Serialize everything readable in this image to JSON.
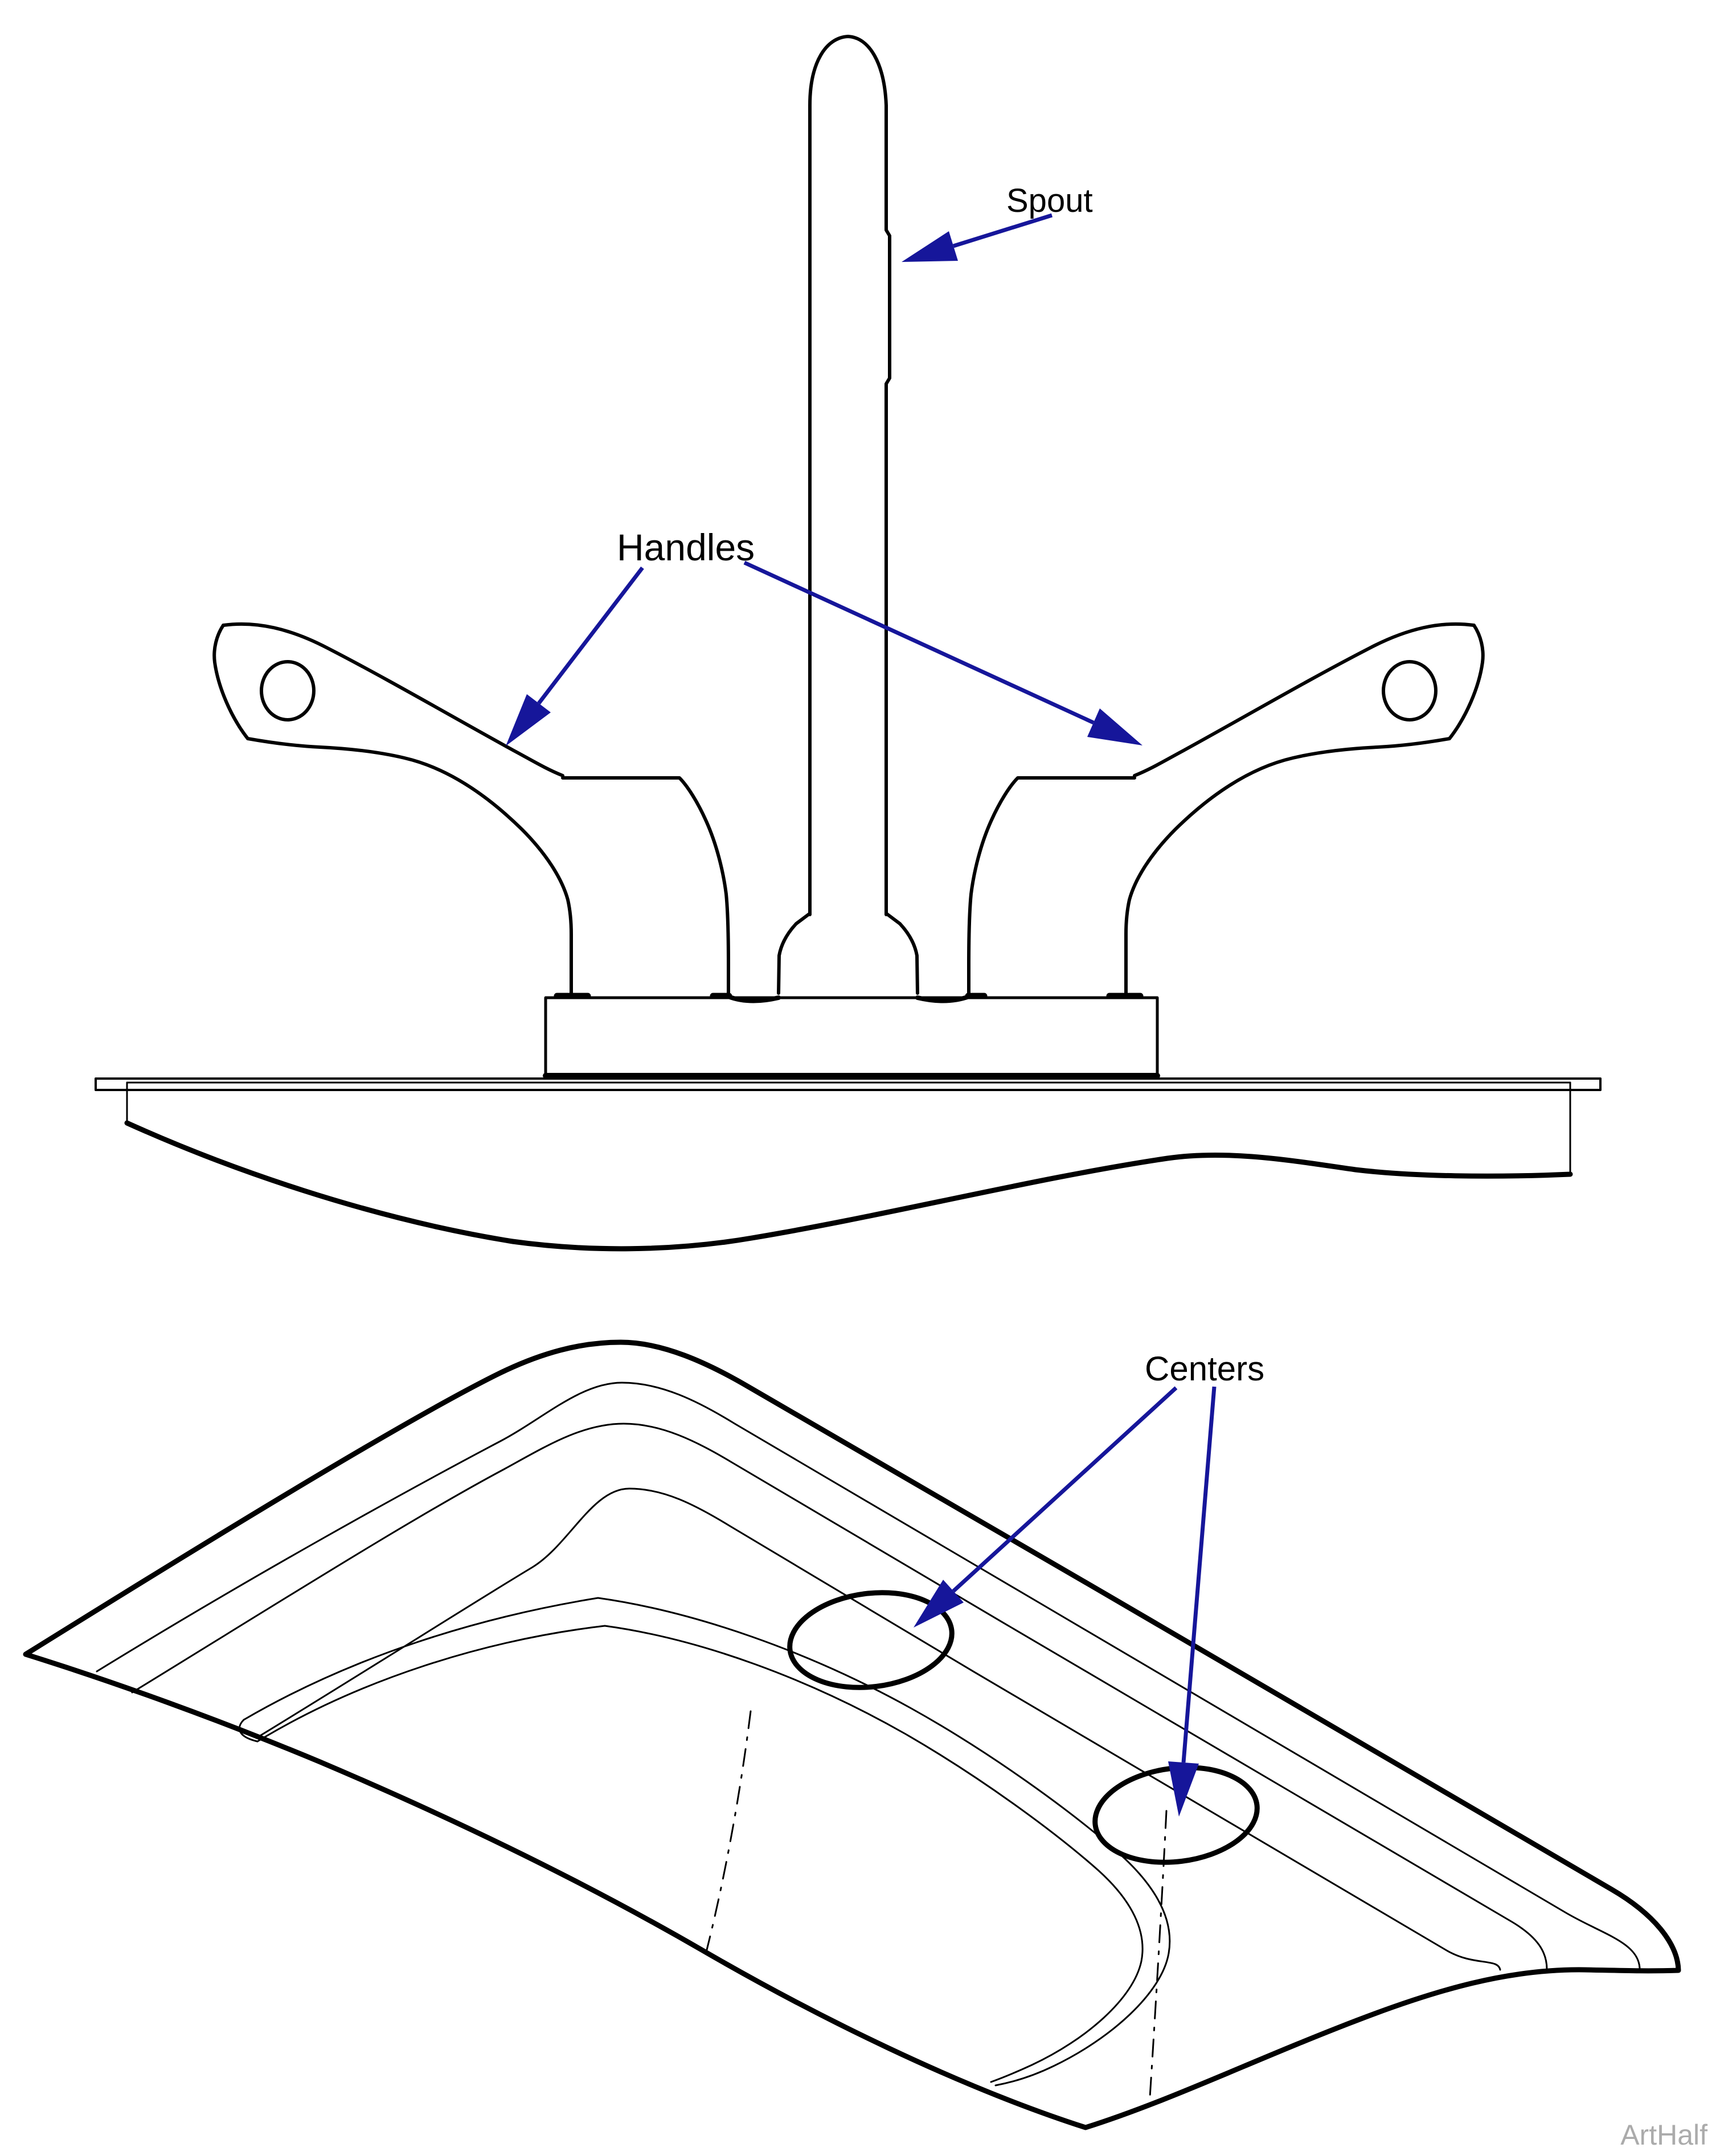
{
  "page": {
    "background": "#ffffff",
    "type": "technical-illustration"
  },
  "labels": {
    "spout": "Spout",
    "handles": "Handles",
    "centers": "Centers"
  },
  "watermark": {
    "text": "ArtHalf"
  },
  "colors": {
    "line": "#000000",
    "leader_arrow": "#16169A",
    "watermark": "#ABABAB",
    "background": "#FFFFFF"
  }
}
